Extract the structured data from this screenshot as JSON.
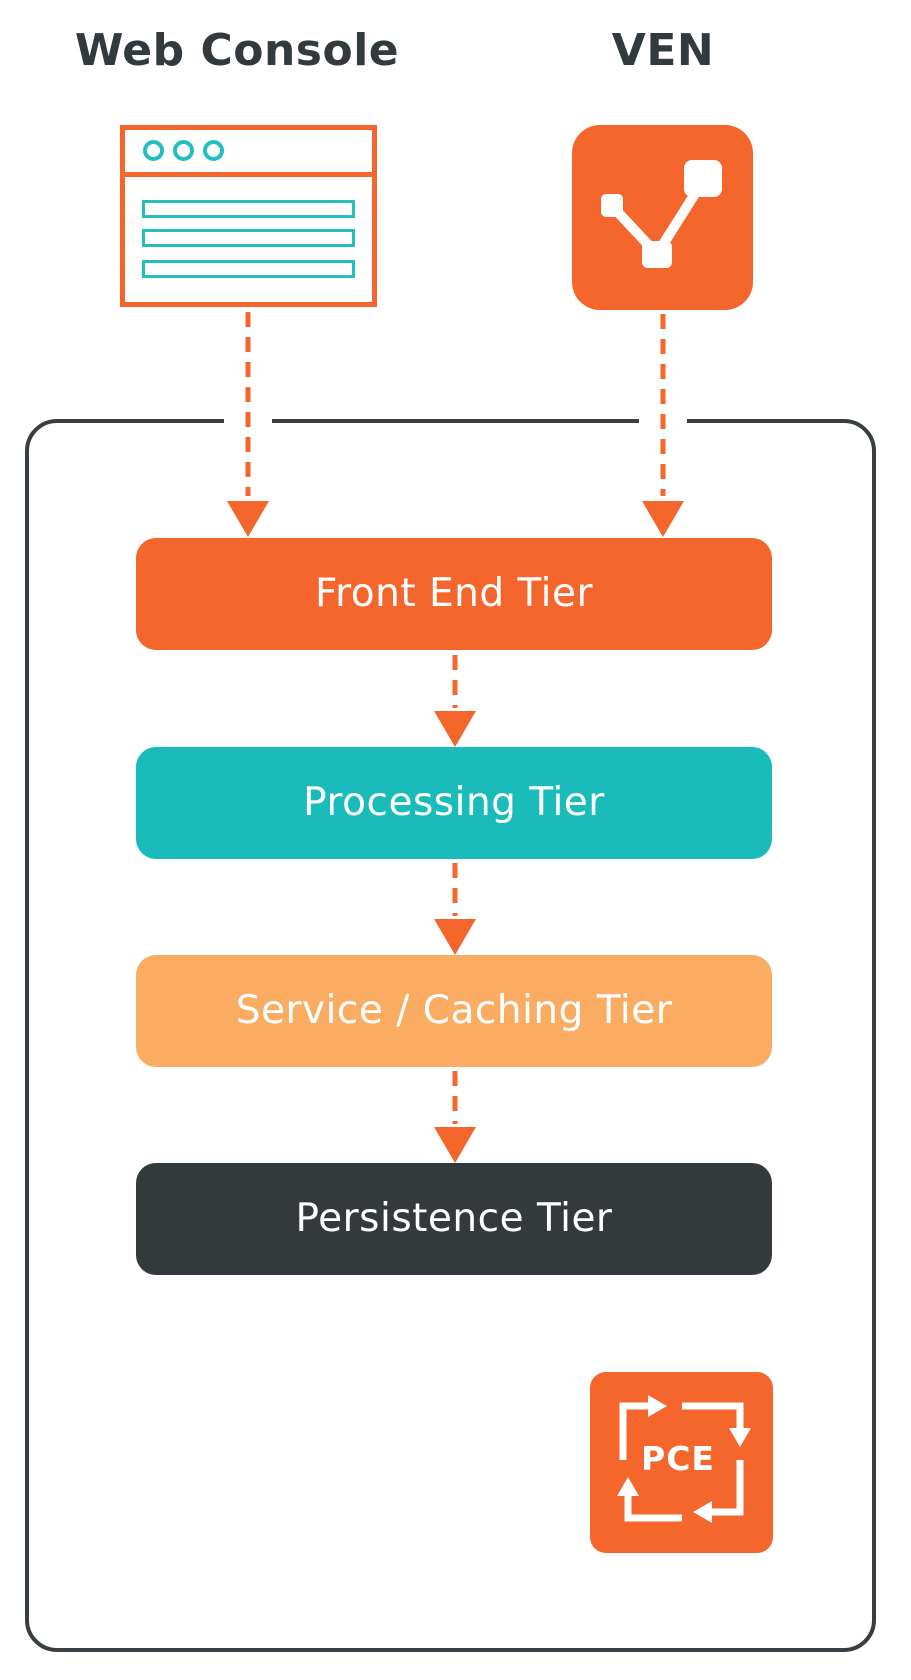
{
  "colors": {
    "orange": "#F4662B",
    "teal": "#19BCBA",
    "light_orange": "#FAAD62",
    "dark": "#343A3C",
    "container_border": "#383E41",
    "icon_teal": "#23BEBF",
    "heading_text": "#333A3D",
    "tier_text": "#FFFFFF"
  },
  "sources": [
    {
      "id": "web_console",
      "label": "Web Console",
      "icon": "browser-window-icon"
    },
    {
      "id": "ven",
      "label": "VEN",
      "icon": "ven-network-icon"
    }
  ],
  "tiers": [
    {
      "id": "front_end",
      "label": "Front End Tier",
      "color": "#F4662B"
    },
    {
      "id": "processing",
      "label": "Processing Tier",
      "color": "#19BCBA"
    },
    {
      "id": "service_caching",
      "label": "Service / Caching Tier",
      "color": "#FAAD62"
    },
    {
      "id": "persistence",
      "label": "Persistence Tier",
      "color": "#343A3C"
    }
  ],
  "pce": {
    "label": "PCE",
    "icon": "pce-cycle-icon"
  }
}
